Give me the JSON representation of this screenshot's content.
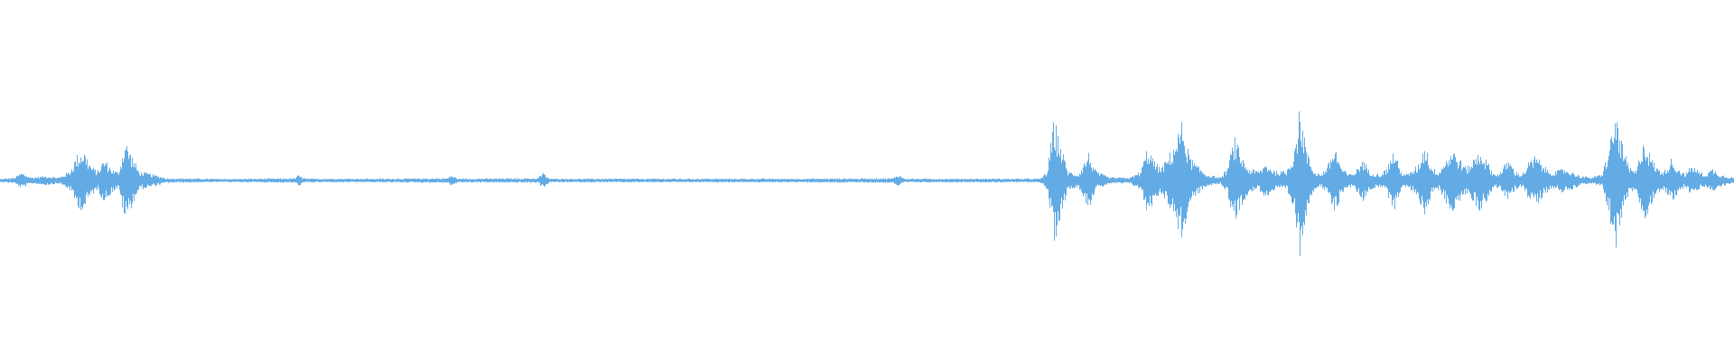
{
  "waveform": {
    "color": "#63abe4",
    "background": "#ffffff",
    "envelope_points": [
      [
        0.0,
        0.01
      ],
      [
        0.008,
        0.018
      ],
      [
        0.012,
        0.05
      ],
      [
        0.018,
        0.02
      ],
      [
        0.026,
        0.03
      ],
      [
        0.034,
        0.02
      ],
      [
        0.04,
        0.06
      ],
      [
        0.044,
        0.16
      ],
      [
        0.048,
        0.2
      ],
      [
        0.052,
        0.1
      ],
      [
        0.056,
        0.06
      ],
      [
        0.06,
        0.14
      ],
      [
        0.064,
        0.08
      ],
      [
        0.068,
        0.05
      ],
      [
        0.072,
        0.26
      ],
      [
        0.076,
        0.16
      ],
      [
        0.08,
        0.06
      ],
      [
        0.088,
        0.04
      ],
      [
        0.096,
        0.015
      ],
      [
        0.13,
        0.01
      ],
      [
        0.17,
        0.015
      ],
      [
        0.172,
        0.035
      ],
      [
        0.176,
        0.012
      ],
      [
        0.22,
        0.012
      ],
      [
        0.258,
        0.015
      ],
      [
        0.26,
        0.035
      ],
      [
        0.264,
        0.012
      ],
      [
        0.31,
        0.015
      ],
      [
        0.313,
        0.05
      ],
      [
        0.317,
        0.012
      ],
      [
        0.4,
        0.012
      ],
      [
        0.46,
        0.012
      ],
      [
        0.515,
        0.015
      ],
      [
        0.518,
        0.04
      ],
      [
        0.522,
        0.012
      ],
      [
        0.56,
        0.012
      ],
      [
        0.6,
        0.012
      ],
      [
        0.604,
        0.06
      ],
      [
        0.608,
        0.4
      ],
      [
        0.612,
        0.22
      ],
      [
        0.616,
        0.06
      ],
      [
        0.622,
        0.04
      ],
      [
        0.628,
        0.18
      ],
      [
        0.632,
        0.06
      ],
      [
        0.64,
        0.02
      ],
      [
        0.652,
        0.02
      ],
      [
        0.658,
        0.06
      ],
      [
        0.662,
        0.22
      ],
      [
        0.666,
        0.12
      ],
      [
        0.67,
        0.08
      ],
      [
        0.676,
        0.2
      ],
      [
        0.682,
        0.38
      ],
      [
        0.686,
        0.16
      ],
      [
        0.69,
        0.1
      ],
      [
        0.696,
        0.04
      ],
      [
        0.704,
        0.02
      ],
      [
        0.708,
        0.08
      ],
      [
        0.712,
        0.28
      ],
      [
        0.716,
        0.16
      ],
      [
        0.72,
        0.08
      ],
      [
        0.726,
        0.06
      ],
      [
        0.73,
        0.11
      ],
      [
        0.736,
        0.06
      ],
      [
        0.742,
        0.06
      ],
      [
        0.746,
        0.18
      ],
      [
        0.75,
        0.48
      ],
      [
        0.754,
        0.18
      ],
      [
        0.758,
        0.06
      ],
      [
        0.762,
        0.04
      ],
      [
        0.766,
        0.1
      ],
      [
        0.77,
        0.22
      ],
      [
        0.774,
        0.08
      ],
      [
        0.778,
        0.04
      ],
      [
        0.782,
        0.06
      ],
      [
        0.786,
        0.14
      ],
      [
        0.79,
        0.06
      ],
      [
        0.796,
        0.04
      ],
      [
        0.8,
        0.08
      ],
      [
        0.804,
        0.2
      ],
      [
        0.808,
        0.06
      ],
      [
        0.812,
        0.04
      ],
      [
        0.818,
        0.1
      ],
      [
        0.822,
        0.24
      ],
      [
        0.826,
        0.08
      ],
      [
        0.83,
        0.06
      ],
      [
        0.834,
        0.14
      ],
      [
        0.838,
        0.2
      ],
      [
        0.842,
        0.14
      ],
      [
        0.846,
        0.08
      ],
      [
        0.85,
        0.14
      ],
      [
        0.854,
        0.2
      ],
      [
        0.858,
        0.12
      ],
      [
        0.862,
        0.04
      ],
      [
        0.866,
        0.06
      ],
      [
        0.87,
        0.14
      ],
      [
        0.874,
        0.06
      ],
      [
        0.878,
        0.04
      ],
      [
        0.882,
        0.12
      ],
      [
        0.886,
        0.16
      ],
      [
        0.89,
        0.1
      ],
      [
        0.894,
        0.06
      ],
      [
        0.898,
        0.06
      ],
      [
        0.902,
        0.08
      ],
      [
        0.906,
        0.06
      ],
      [
        0.912,
        0.03
      ],
      [
        0.918,
        0.02
      ],
      [
        0.924,
        0.04
      ],
      [
        0.928,
        0.2
      ],
      [
        0.932,
        0.44
      ],
      [
        0.936,
        0.22
      ],
      [
        0.94,
        0.08
      ],
      [
        0.944,
        0.06
      ],
      [
        0.948,
        0.28
      ],
      [
        0.952,
        0.16
      ],
      [
        0.956,
        0.08
      ],
      [
        0.96,
        0.06
      ],
      [
        0.964,
        0.14
      ],
      [
        0.968,
        0.08
      ],
      [
        0.972,
        0.04
      ],
      [
        0.976,
        0.1
      ],
      [
        0.98,
        0.06
      ],
      [
        0.984,
        0.04
      ],
      [
        0.988,
        0.08
      ],
      [
        0.992,
        0.04
      ],
      [
        0.996,
        0.03
      ],
      [
        1.0,
        0.02
      ]
    ]
  }
}
